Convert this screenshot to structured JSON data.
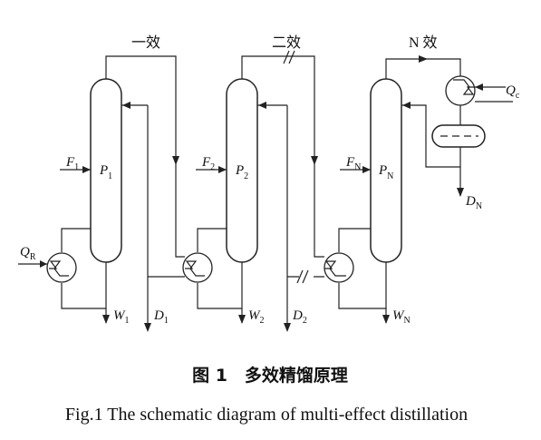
{
  "effects": [
    {
      "title": "一效",
      "feed_main": "F",
      "feed_sub": "1",
      "col_main": "P",
      "col_sub": "1",
      "w_main": "W",
      "w_sub": "1",
      "d_main": "D",
      "d_sub": "1"
    },
    {
      "title": "二效",
      "feed_main": "F",
      "feed_sub": "2",
      "col_main": "P",
      "col_sub": "2",
      "w_main": "W",
      "w_sub": "2",
      "d_main": "D",
      "d_sub": "2"
    },
    {
      "title": "N 效",
      "feed_main": "F",
      "feed_sub": "N",
      "col_main": "P",
      "col_sub": "N",
      "w_main": "W",
      "w_sub": "N",
      "d_main": "D",
      "d_sub": "N"
    }
  ],
  "reboiler_heat": {
    "main": "Q",
    "sub": "R"
  },
  "condenser_heat": {
    "main": "Q",
    "sub": "c"
  },
  "caption_cn": "图 1　多效精馏原理",
  "caption_en": "Fig.1  The schematic diagram of multi-effect distillation"
}
